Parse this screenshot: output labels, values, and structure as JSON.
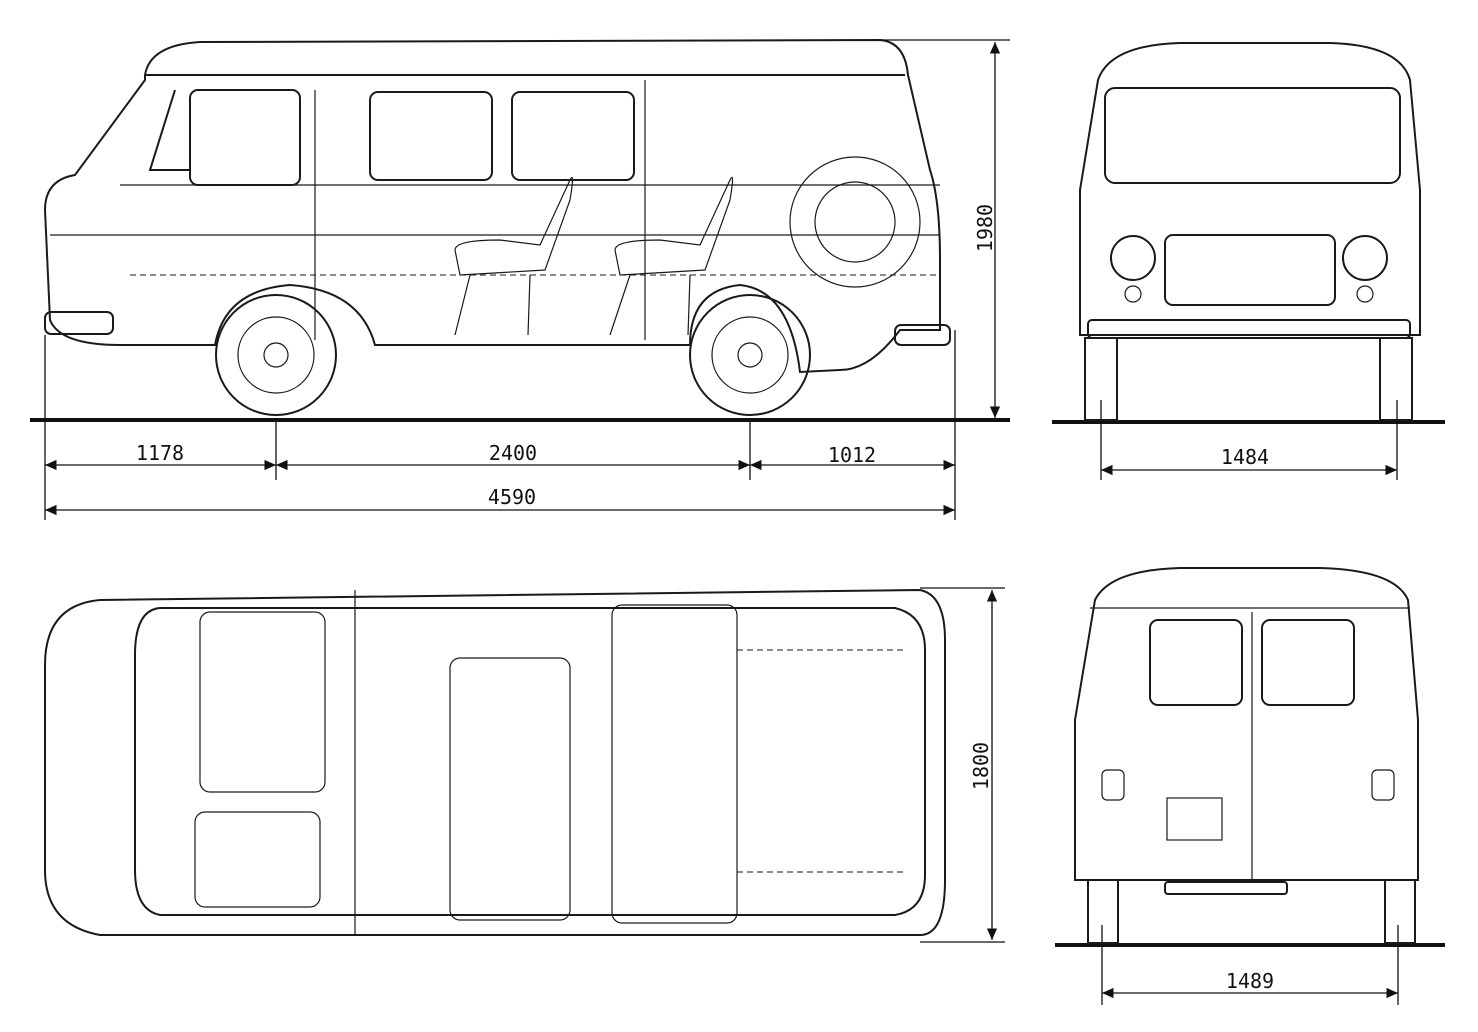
{
  "dimensions": {
    "front_overhang": "1178",
    "wheelbase": "2400",
    "rear_overhang": "1012",
    "overall_length": "4590",
    "height": "1980",
    "front_track": "1484",
    "width": "1800",
    "rear_track": "1489"
  },
  "colors": {
    "line": "#1a1a1a",
    "paper": "#ffffff"
  }
}
